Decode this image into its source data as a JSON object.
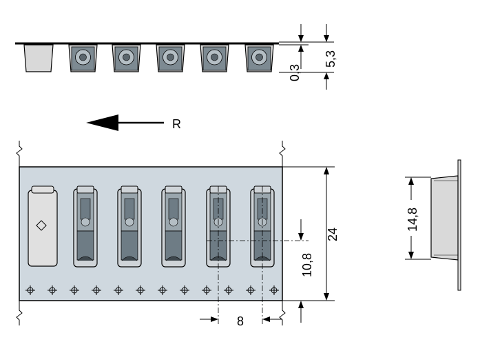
{
  "labels": {
    "direction": "R",
    "dim_top_total": "5,3",
    "dim_top_thin": "0,3",
    "dim_width": "24",
    "dim_center": "10,8",
    "dim_pitch": "8",
    "dim_depth": "14,8"
  },
  "colors": {
    "tape": "#cfd8df",
    "pocket": "#d9d9d9",
    "component_dark": "#6e7c85",
    "component_mid": "#9aa6ad",
    "line": "#000000"
  },
  "tape": {
    "pocket_count": 6,
    "empty_pockets": 1,
    "sprocket_holes": 12
  }
}
